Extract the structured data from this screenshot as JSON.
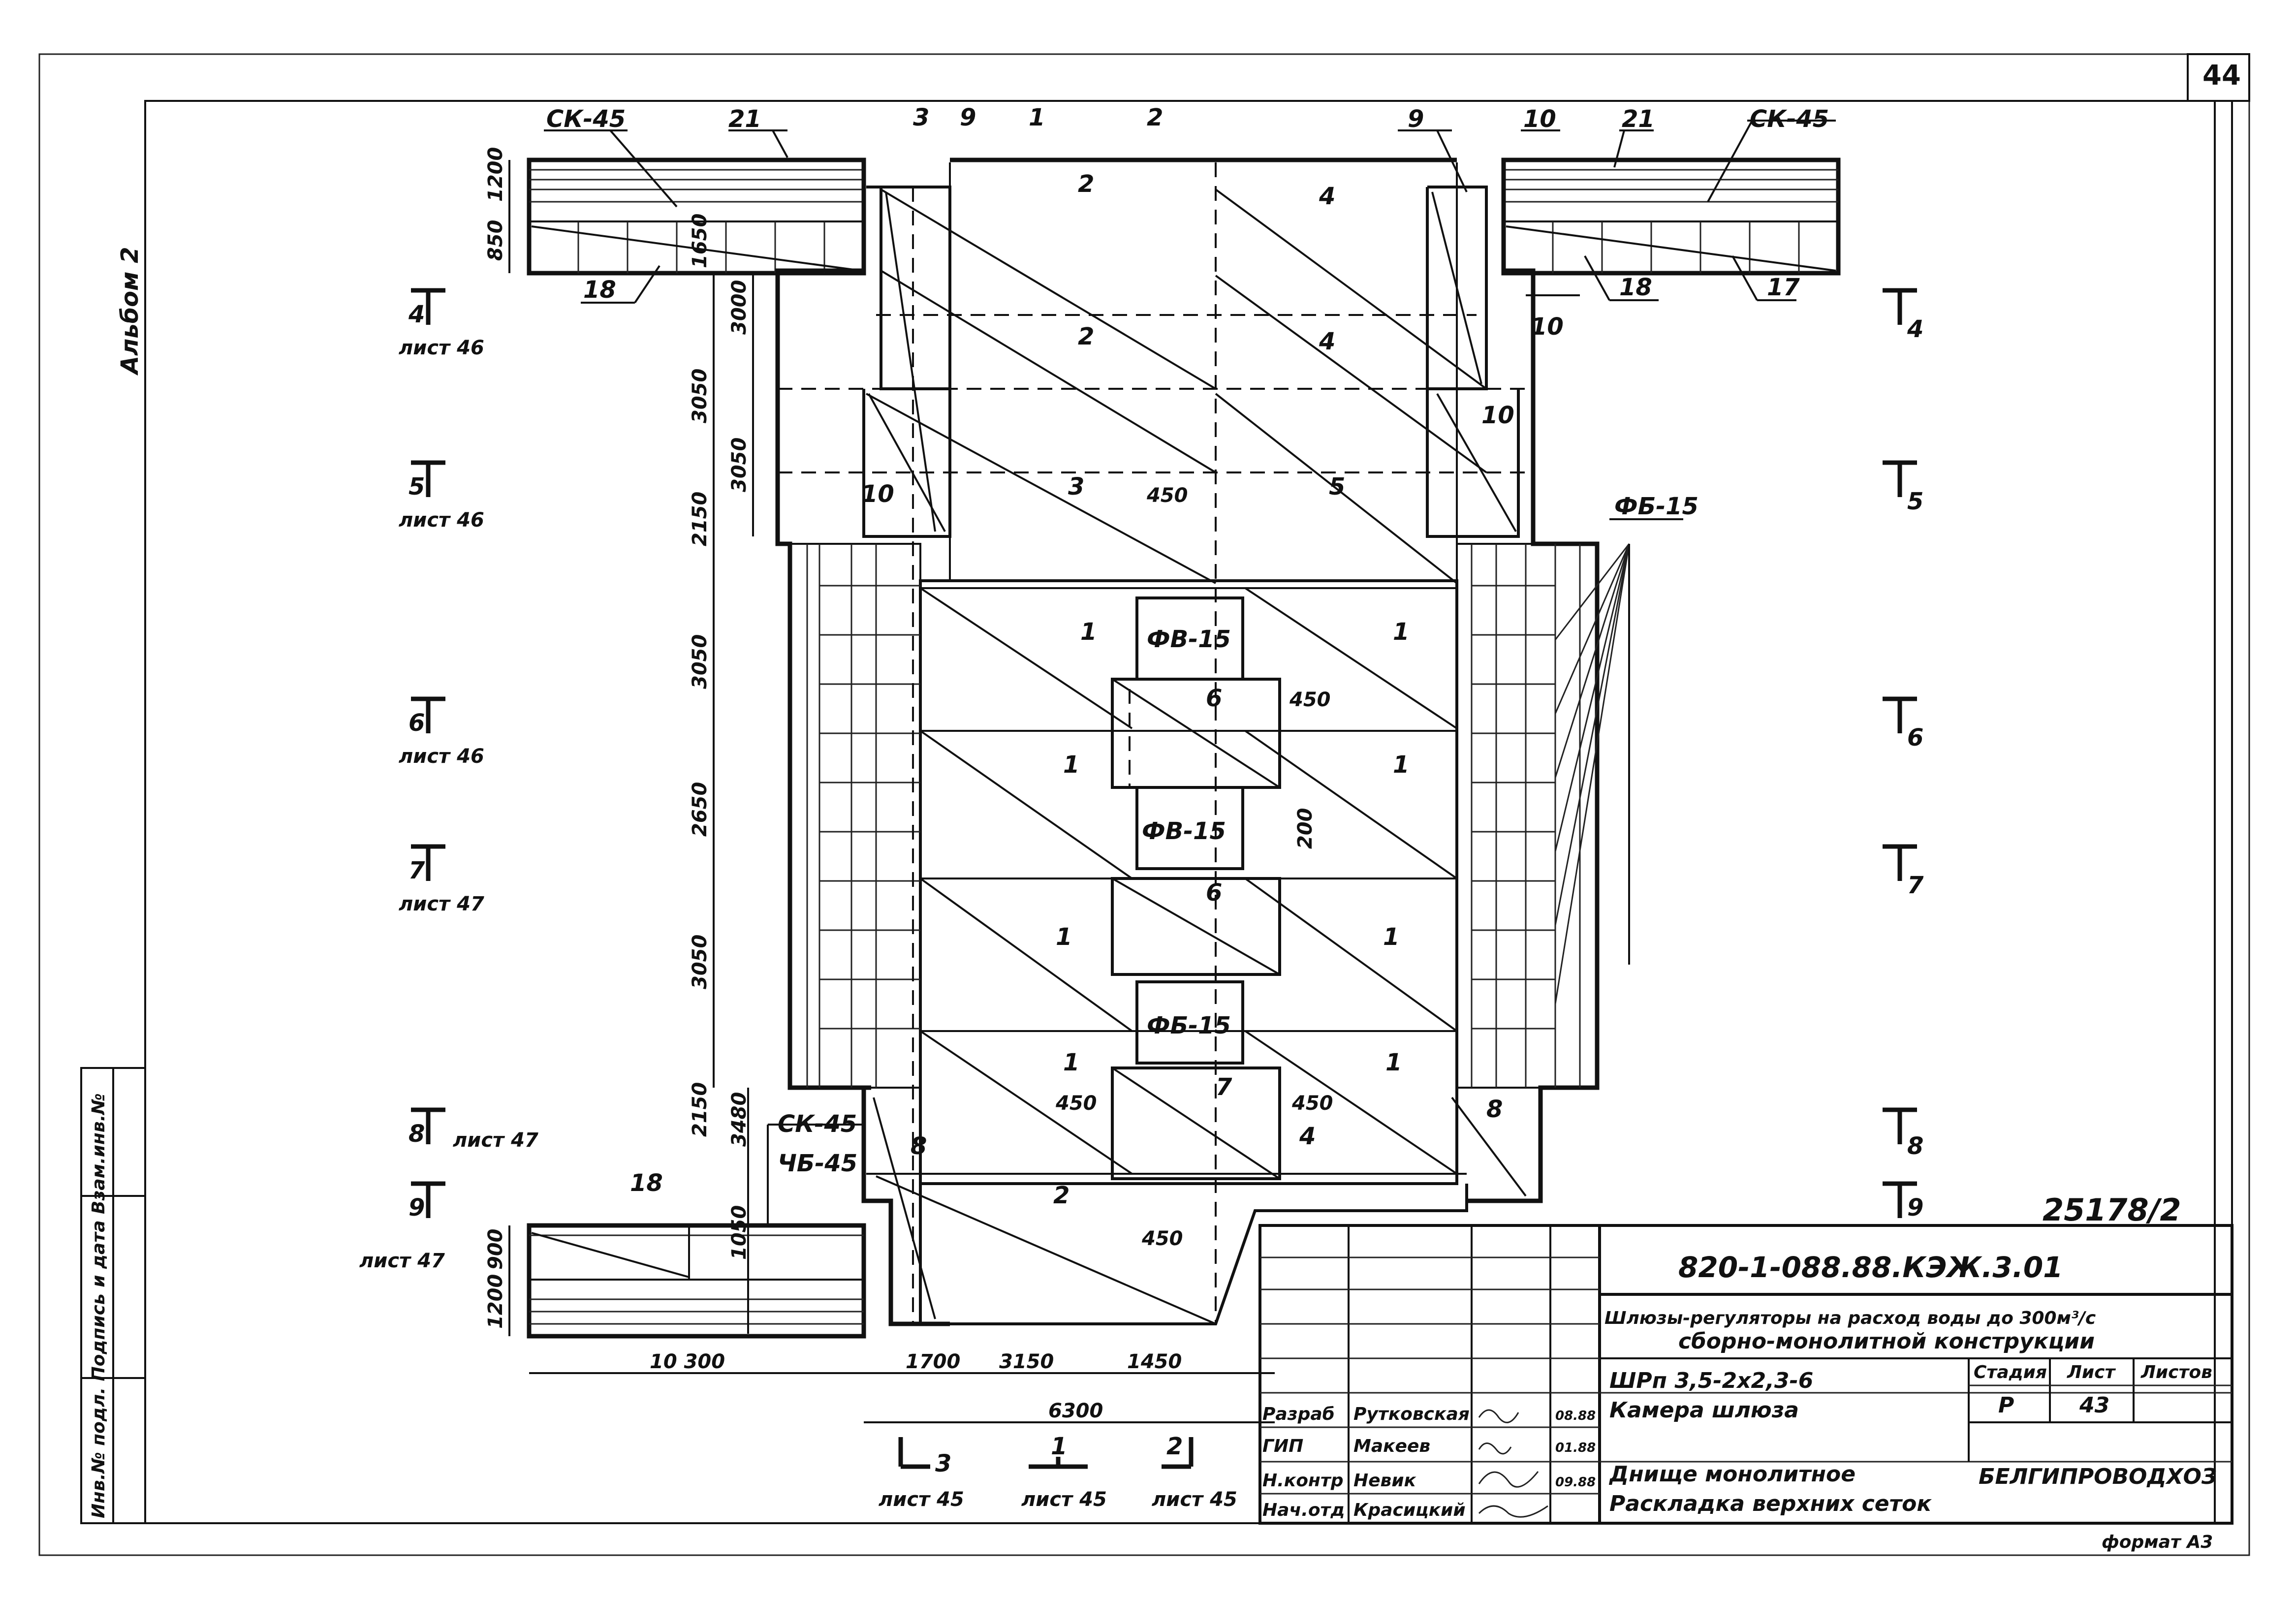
{
  "sheet": {
    "page_number": "44",
    "album": "Альбом 2",
    "code": "820-1-088.88.КЭЖ.3.01",
    "inventory": "25178/2",
    "format": "формат А3"
  },
  "title_block": {
    "project_title_1": "Шлюзы-регуляторы на расход воды до 300м³/с",
    "project_title_2": "сборно-монолитной конструкции",
    "structure_1": "ШРп 3,5-2х2,3-6",
    "structure_2": "Камера шлюза",
    "sheet_title_1": "Днище монолитное",
    "sheet_title_2": "Раскладка верхних сеток",
    "stage_header": "Стадия",
    "sheet_header": "Лист",
    "sheets_header": "Листов",
    "stage": "Р",
    "sheet_no": "43",
    "organization": "БЕЛГИПРОВОДХОЗ",
    "roles": [
      {
        "role": "Разраб",
        "name": "Рутковская",
        "date": "08.88"
      },
      {
        "role": "ГИП",
        "name": "Макеев",
        "date": "01.88"
      },
      {
        "role": "Н.контр",
        "name": "Невик",
        "date": "09.88"
      },
      {
        "role": "Нач.отд",
        "name": "Красицкий",
        "date": ""
      }
    ],
    "side_stamp": "Инв.№ подл.  Подпись и дата  Взам.инв.№"
  },
  "labels": {
    "sk45_a": "СК-45",
    "sk45_b": "СК-45",
    "sk45_c": "СК-45",
    "ch45": "ЧБ-45",
    "fb15_1": "ФВ-15",
    "fb15_2": "ФВ-15",
    "fb15_3": "ФБ-15",
    "fb15_side": "ФБ-15",
    "m1": "1",
    "m2": "2",
    "m3": "3",
    "m4": "4",
    "m5": "5",
    "m6": "6",
    "m7": "7",
    "m8": "8",
    "m9": "9",
    "m10": "10",
    "m17": "17",
    "m18": "18",
    "m21": "21"
  },
  "sections": [
    {
      "mark": "4",
      "ref": "лист 46"
    },
    {
      "mark": "5",
      "ref": "лист 46"
    },
    {
      "mark": "6",
      "ref": "лист 46"
    },
    {
      "mark": "7",
      "ref": "лист 47"
    },
    {
      "mark": "8",
      "ref": "лист 47"
    },
    {
      "mark": "9",
      "ref": "лист 47"
    }
  ],
  "bottom_sections": [
    {
      "mark": "3",
      "ref": "лист 45"
    },
    {
      "mark": "1",
      "ref": "лист 45"
    },
    {
      "mark": "2",
      "ref": "лист 45"
    }
  ],
  "dimensions": {
    "left_top": [
      "1200",
      "850"
    ],
    "left_chain": [
      "1650",
      "3000",
      "3050",
      "3050",
      "2150",
      "3050",
      "2650",
      "3050",
      "2150",
      "3480",
      "1050"
    ],
    "left_bottom": [
      "900",
      "1200"
    ],
    "bottom_width": "10 300",
    "bottom_chain": [
      "1700",
      "3150",
      "1450"
    ],
    "bottom_total": "6300",
    "gap_450": "450",
    "gap_200": "200"
  }
}
